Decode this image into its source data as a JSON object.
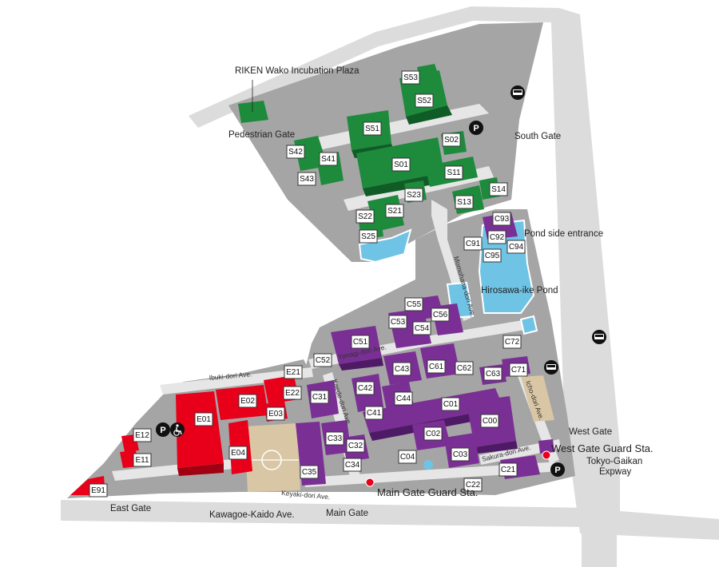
{
  "colors": {
    "south_area": "#1e8a3c",
    "central_area": "#7a2f94",
    "east_area": "#e8001a",
    "water": "#6fc4e6",
    "site": "#a5a5a5",
    "road": "#dcdcdc"
  },
  "places": {
    "incubation_plaza": "RIKEN Wako Incubation Plaza",
    "pedestrian_gate": "Pedestrian Gate",
    "south_gate": "South Gate",
    "pond_side_entrance": "Pond side entrance",
    "pond": "Hirosawa-ike Pond",
    "west_gate": "West Gate",
    "west_gate_guard": "West Gate Guard Sta.",
    "expressway_line1": "Tokyo-Gaikan",
    "expressway_line2": "Expway",
    "main_gate_guard": "Main Gate Guard Sta.",
    "east_gate": "East Gate",
    "kawagoe_kaido": "Kawagoe-Kaido Ave.",
    "main_gate": "Main Gate"
  },
  "streets": {
    "ibuki": "Ibuki-dori Ave.",
    "yanagi": "Yanagi-dori Ave.",
    "kaede": "Kaede-dori Ave.",
    "momohana": "Momohana-dori Ave.",
    "keyaki": "Keyaki-dori Ave.",
    "sakura": "Sakura-dori Ave.",
    "icho": "Icho-dori Ave."
  },
  "icons": {
    "parking": "P",
    "accessible": "wheelchair-icon",
    "bus": "bus-icon",
    "guard": "guard-station-icon"
  },
  "buildings": [
    "S53",
    "S52",
    "S51",
    "S02",
    "S42",
    "S41",
    "S43",
    "S01",
    "S11",
    "S23",
    "S14",
    "S13",
    "S22",
    "S21",
    "S25",
    "C93",
    "C92",
    "C91",
    "C94",
    "C95",
    "C55",
    "C53",
    "C54",
    "C56",
    "C72",
    "C51",
    "C52",
    "C43",
    "C61",
    "C62",
    "C71",
    "C63",
    "C42",
    "C31",
    "C41",
    "C44",
    "C01",
    "C00",
    "C02",
    "C33",
    "C32",
    "C04",
    "C03",
    "C34",
    "C35",
    "C21",
    "C22",
    "E21",
    "E22",
    "E02",
    "E03",
    "E01",
    "E04",
    "E12",
    "E11",
    "E91"
  ]
}
